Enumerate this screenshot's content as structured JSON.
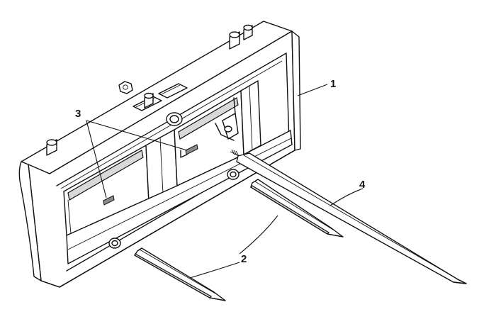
{
  "callouts": [
    {
      "id": "1",
      "label": "1"
    },
    {
      "id": "2",
      "label": "2"
    },
    {
      "id": "3",
      "label": "3"
    },
    {
      "id": "4",
      "label": "4"
    }
  ],
  "colors": {
    "line": "#111111",
    "shade": "#d9d9d9",
    "paper": "#ffffff"
  }
}
